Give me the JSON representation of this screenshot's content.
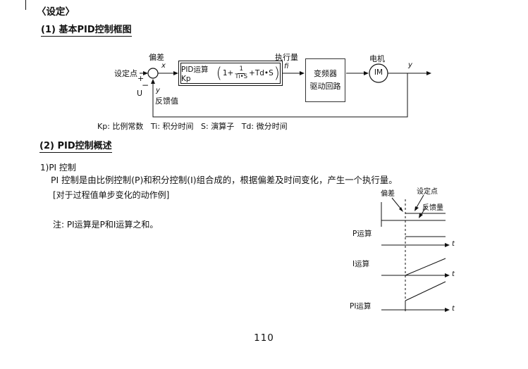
{
  "doc": {
    "title": "〈设定〉",
    "section1_heading": "(1) 基本PID控制框图",
    "section2_heading": "(2) PID控制概述",
    "page_number": "110"
  },
  "diagram": {
    "setpoint_label": "设定点",
    "deviation_label": "偏差",
    "x_label": "x",
    "plus_sign": "+",
    "minus_sign": "−",
    "u_label": "U",
    "feedback_y_label": "y",
    "feedback_label": "反馈值",
    "pid_prefix": "PID运算 Kp",
    "paren_open": "(",
    "term1": "1+",
    "frac_num": "1",
    "frac_den": "Ti•S",
    "term2": "+Td•S",
    "paren_close": ")",
    "actuation_label": "执行量",
    "fi_label": "fi",
    "inverter_line1": "变频器",
    "inverter_line2": "驱动回路",
    "motor_label": "电机",
    "motor_text": "IM",
    "output_y_label": "y",
    "legend": "Kp: 比例常数   Ti: 积分时间   S: 演算子   Td: 微分时间"
  },
  "pi": {
    "heading": "1)PI 控制",
    "body": "PI 控制是由比例控制(P)和积分控制(I)组合成的，根据偏差及时间变化，产生一个执行量。",
    "example_label": "[对于过程值单步变化的动作例]",
    "note": "注: PI运算是P和I运算之和。"
  },
  "chart_data": {
    "type": "line",
    "x_axis_label": "t",
    "annotations": {
      "deviation": "偏差",
      "setpoint": "设定点",
      "feedback": "反馈量"
    },
    "rows": [
      {
        "label": "P运算",
        "shape": "step"
      },
      {
        "label": "I运算",
        "shape": "ramp"
      },
      {
        "label": "PI运算",
        "shape": "step_plus_ramp"
      }
    ]
  }
}
